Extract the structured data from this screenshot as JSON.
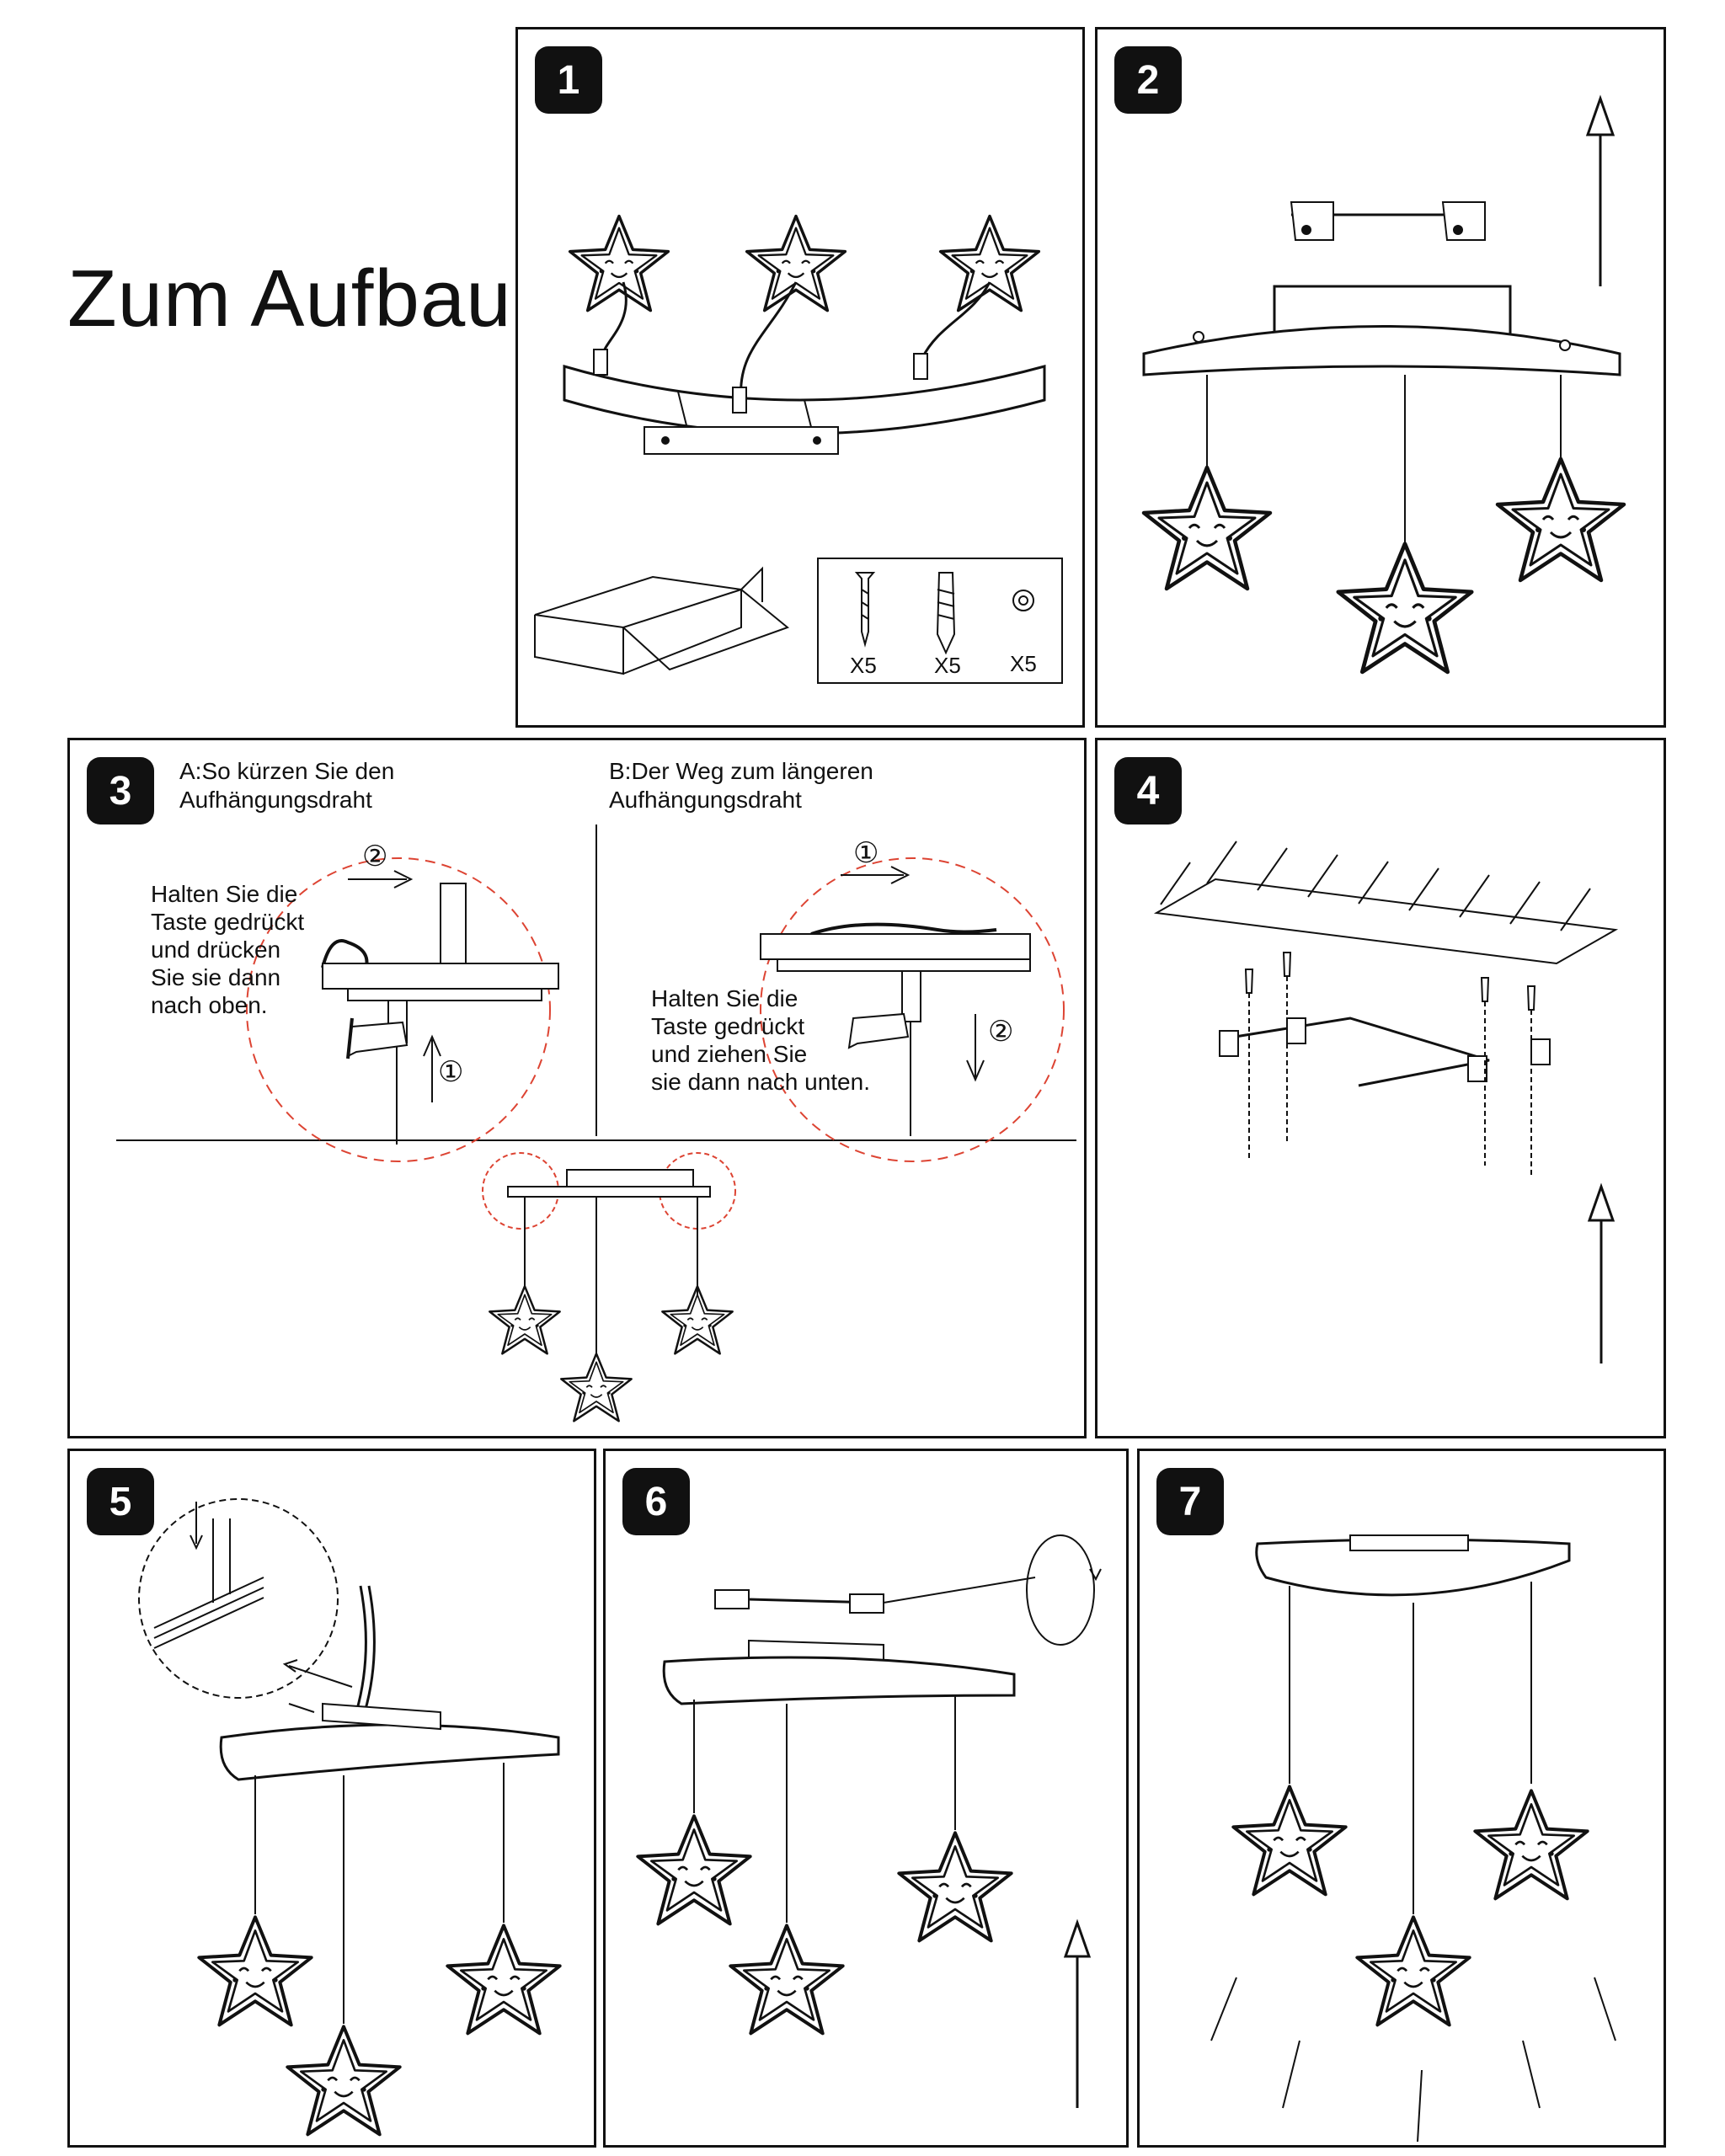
{
  "page": {
    "title": "Zum Aufbau"
  },
  "steps": [
    {
      "number": "1",
      "quantities": [
        "X5",
        "X5",
        "X5"
      ]
    },
    {
      "number": "2"
    },
    {
      "number": "3",
      "a": {
        "caption_line1": "A:So kürzen Sie den",
        "caption_line2": "Aufhängungsdraht",
        "instruction": [
          "Halten Sie die",
          "Taste gedrückt",
          "und drücken",
          "Sie sie dann",
          "nach oben."
        ],
        "markers": [
          "②",
          "①"
        ]
      },
      "b": {
        "caption_line1": "B:Der Weg zum längeren",
        "caption_line2": "Aufhängungsdraht",
        "instruction": [
          "Halten Sie die",
          "Taste gedrückt",
          "und ziehen Sie",
          "sie dann nach unten."
        ],
        "markers": [
          "①",
          "②"
        ]
      }
    },
    {
      "number": "4"
    },
    {
      "number": "5"
    },
    {
      "number": "6"
    },
    {
      "number": "7"
    }
  ],
  "icons": [
    "star-lamp-icon",
    "up-arrow-icon",
    "screw-icon",
    "anchor-icon",
    "washer-icon",
    "mounting-bracket-icon",
    "rotate-icon"
  ]
}
